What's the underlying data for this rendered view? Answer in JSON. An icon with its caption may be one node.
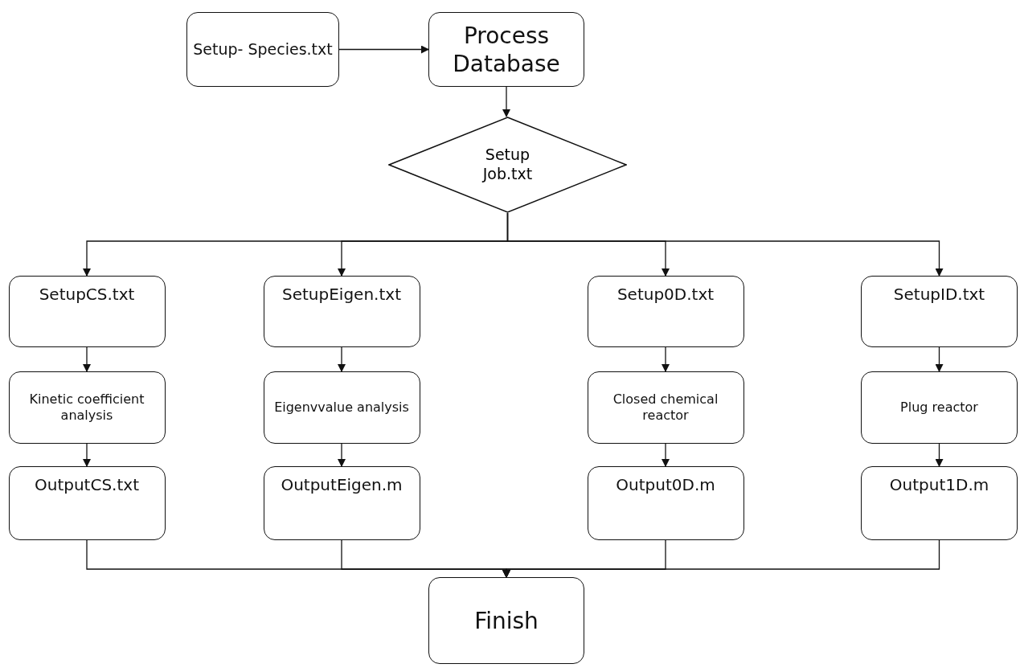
{
  "diagram": {
    "nodes": [
      {
        "text": [
          "Setup- Species.txt"
        ]
      },
      {
        "text": [
          "Process Database"
        ]
      },
      {
        "text": [
          "Setup Job.txt"
        ]
      },
      {
        "text": [
          "SetupCS.txt"
        ]
      },
      {
        "text": [
          "Kinetic coefficient analysis"
        ]
      },
      {
        "text": [
          "OutputCS.txt"
        ]
      },
      {
        "text": [
          "SetupEigen.txt"
        ]
      },
      {
        "text": [
          "Eigenvvalue analysis"
        ]
      },
      {
        "text": [
          "OutputEigen.m"
        ]
      },
      {
        "text": [
          "Setup0D.txt"
        ]
      },
      {
        "text": [
          "Closed chemical reactor"
        ]
      },
      {
        "text": [
          "Output0D.m"
        ]
      },
      {
        "text": [
          "SetupID.txt"
        ]
      },
      {
        "text": [
          "Plug reactor"
        ]
      },
      {
        "text": [
          "Output1D.m"
        ]
      },
      {
        "text": [
          "Finish"
        ]
      }
    ],
    "edges": [
      {
        "from": 0,
        "to": 1,
        "arrow": "to"
      },
      {
        "from": 1,
        "to": 2,
        "arrow": "to"
      },
      {
        "from": 2,
        "to": 3,
        "arrow": "to"
      },
      {
        "from": 2,
        "to": 6,
        "arrow": "to"
      },
      {
        "from": 2,
        "to": 9,
        "arrow": "to"
      },
      {
        "from": 2,
        "to": 12,
        "arrow": "to"
      },
      {
        "from": 3,
        "to": 4,
        "arrow": "to"
      },
      {
        "from": 4,
        "to": 5,
        "arrow": "to"
      },
      {
        "from": 6,
        "to": 7,
        "arrow": "to"
      },
      {
        "from": 7,
        "to": 8,
        "arrow": "to"
      },
      {
        "from": 9,
        "to": 10,
        "arrow": "to"
      },
      {
        "from": 10,
        "to": 11,
        "arrow": "to"
      },
      {
        "from": 12,
        "to": 13,
        "arrow": "to"
      },
      {
        "from": 13,
        "to": 14,
        "arrow": "to"
      },
      {
        "from": 5,
        "to": 15,
        "arrow": "to"
      },
      {
        "from": 8,
        "to": 15,
        "arrow": "to"
      },
      {
        "from": 11,
        "to": 15,
        "arrow": "to"
      },
      {
        "from": 14,
        "to": 15,
        "arrow": "to"
      }
    ]
  }
}
